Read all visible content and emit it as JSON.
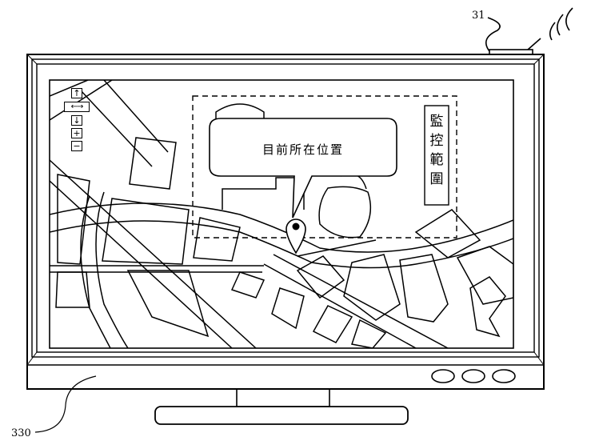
{
  "figure": {
    "ref_device": "31",
    "ref_screen": "330"
  },
  "map": {
    "current_location_label": "目前所在位置",
    "monitor_range_label": "監控範圍"
  },
  "controls": {
    "up": "↑",
    "left_right": "←→",
    "down": "↓",
    "zoom_in": "+",
    "zoom_out": "−"
  },
  "colors": {
    "line": "#000000",
    "background": "#ffffff"
  }
}
